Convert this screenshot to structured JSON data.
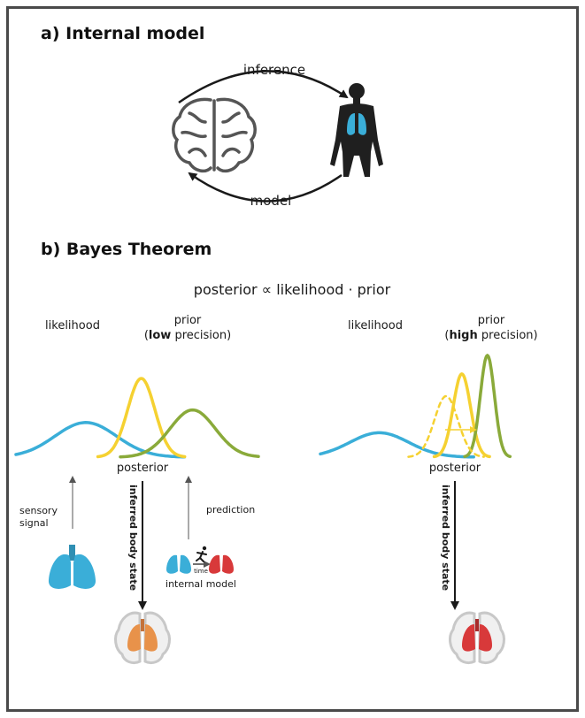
{
  "panel_a": {
    "heading": "a) Internal model",
    "top_arrow_label": "inference",
    "bottom_arrow_label": "model",
    "brain_icon": "brain-outline-icon",
    "body_icon": "human-body-lungs-icon"
  },
  "panel_b": {
    "heading": "b) Bayes Theorem",
    "equation": "posterior ∝ likelihood · prior",
    "left": {
      "likelihood_label": "likelihood",
      "prior_label_line1": "prior",
      "prior_label_open": "(",
      "prior_label_bold": "low",
      "prior_label_rest": " precision)",
      "posterior_label": "posterior",
      "sensory_label_line1": "sensory",
      "sensory_label_line2": "signal",
      "prediction_label": "prediction",
      "inferred_label": "inferred body state",
      "internal_model_label": "internal model",
      "time_label": "time"
    },
    "right": {
      "likelihood_label": "likelihood",
      "prior_label_line1": "prior",
      "prior_label_open": "(",
      "prior_label_bold": "high",
      "prior_label_rest": " precision)",
      "posterior_label": "posterior",
      "inferred_label": "inferred body state"
    }
  },
  "colors": {
    "likelihood": "#3aaed8",
    "posterior": "#f5d131",
    "prior": "#8aaa3a",
    "lungs_blue": "#3aaed8",
    "lungs_red": "#d8393a",
    "brain_orange": "#e8924a",
    "body": "#1f1f1f"
  },
  "chart_data": [
    {
      "type": "line",
      "series": [
        {
          "name": "likelihood",
          "mean": -1.6,
          "sd": 0.75
        },
        {
          "name": "posterior",
          "mean": -0.25,
          "sd": 0.33
        },
        {
          "name": "prior",
          "mean": 1.0,
          "sd": 0.55
        }
      ],
      "xlim": [
        -3.3,
        2.6
      ]
    },
    {
      "type": "line",
      "series": [
        {
          "name": "likelihood",
          "mean": -1.8,
          "sd": 0.75
        },
        {
          "name": "posterior",
          "mean": 0.3,
          "sd": 0.22
        },
        {
          "name": "prior",
          "mean": 0.95,
          "sd": 0.18
        },
        {
          "name": "prior-shifted",
          "mean": -0.1,
          "sd": 0.3
        }
      ],
      "xlim": [
        -3.3,
        1.7
      ]
    }
  ]
}
